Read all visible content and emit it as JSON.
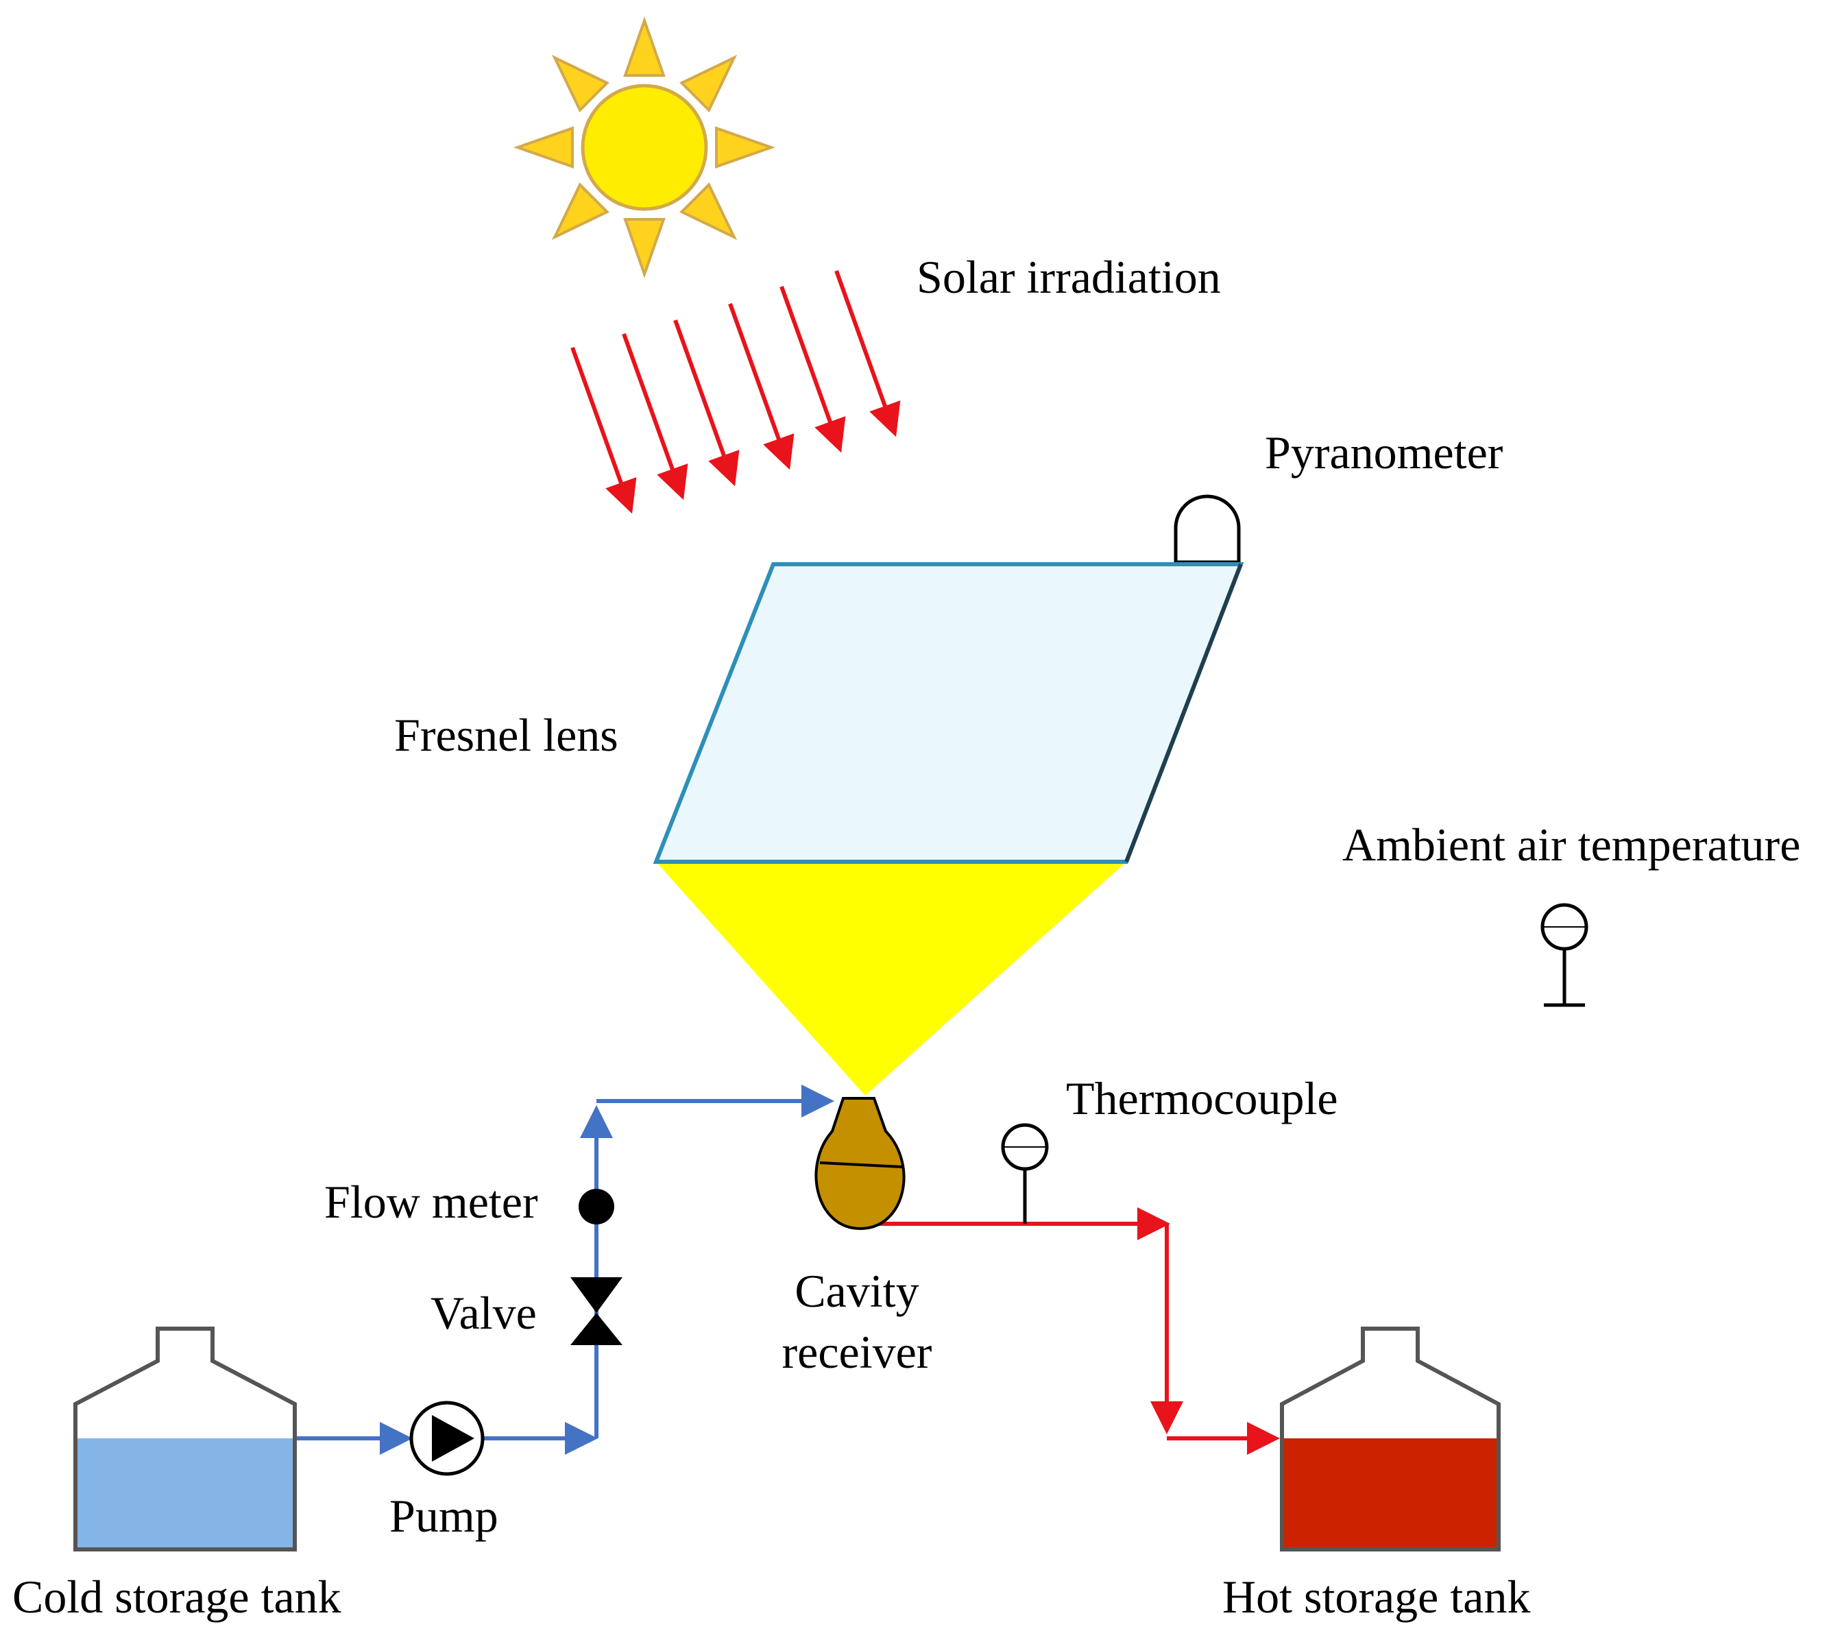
{
  "labels": {
    "solar_irradiation": "Solar irradiation",
    "pyranometer": "Pyranometer",
    "fresnel_lens": "Fresnel lens",
    "ambient_air_temperature": "Ambient air temperature",
    "thermocouple": "Thermocouple",
    "flow_meter": "Flow meter",
    "valve": "Valve",
    "cavity_receiver_line1": "Cavity",
    "cavity_receiver_line2": "receiver",
    "pump": "Pump",
    "cold_storage_tank": "Cold storage tank",
    "hot_storage_tank": "Hot storage tank"
  },
  "colors": {
    "sun_fill": "#FFED00",
    "sun_ray_fill": "#FFD21E",
    "sun_stroke": "#D3A94A",
    "irradiation_arrows": "#E8131B",
    "lens_fill": "#EAF7FC",
    "lens_stroke": "#2E8FB8",
    "focus_cone": "#FFFF00",
    "cold_pipe": "#4472C4",
    "hot_pipe": "#E8131B",
    "receiver_fill": "#C49000",
    "cold_water": "#85B4E6",
    "hot_water": "#CC2200",
    "tank_outline": "#555555"
  },
  "icons": [
    "sun-icon",
    "pyranometer-icon",
    "thermometer-icon",
    "pump-icon",
    "valve-icon",
    "flow-meter-icon",
    "cavity-receiver-icon",
    "cold-tank-icon",
    "hot-tank-icon"
  ]
}
